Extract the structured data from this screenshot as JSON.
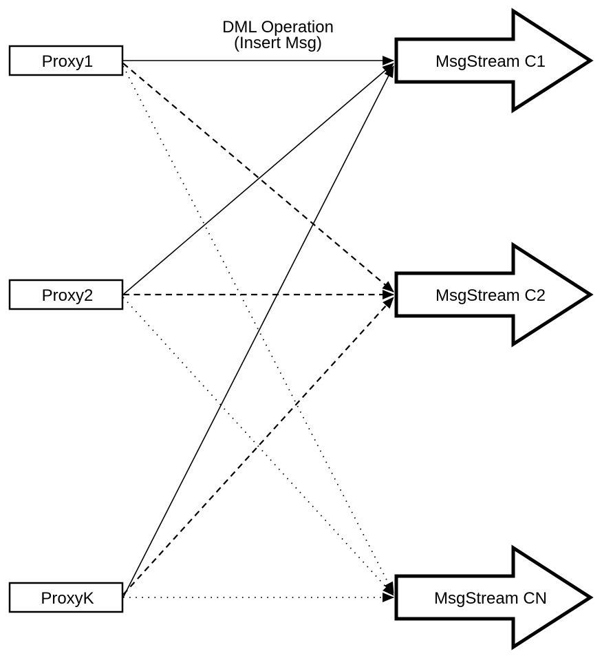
{
  "title": {
    "line1": "DML Operation",
    "line2": "(Insert Msg)"
  },
  "proxies": [
    {
      "id": "proxy1",
      "label": "Proxy1"
    },
    {
      "id": "proxy2",
      "label": "Proxy2"
    },
    {
      "id": "proxyk",
      "label": "ProxyK"
    }
  ],
  "streams": [
    {
      "id": "c1",
      "label": "MsgStream C1"
    },
    {
      "id": "c2",
      "label": "MsgStream C2"
    },
    {
      "id": "cn",
      "label": "MsgStream CN"
    }
  ],
  "connections": [
    {
      "from": "Proxy1",
      "to": "MsgStream C1",
      "line_style": "solid"
    },
    {
      "from": "Proxy2",
      "to": "MsgStream C1",
      "line_style": "solid"
    },
    {
      "from": "ProxyK",
      "to": "MsgStream C1",
      "line_style": "solid"
    },
    {
      "from": "Proxy1",
      "to": "MsgStream C2",
      "line_style": "dashed"
    },
    {
      "from": "Proxy2",
      "to": "MsgStream C2",
      "line_style": "dashed"
    },
    {
      "from": "ProxyK",
      "to": "MsgStream C2",
      "line_style": "dashed"
    },
    {
      "from": "Proxy1",
      "to": "MsgStream CN",
      "line_style": "dotted"
    },
    {
      "from": "Proxy2",
      "to": "MsgStream CN",
      "line_style": "dotted"
    },
    {
      "from": "ProxyK",
      "to": "MsgStream CN",
      "line_style": "dotted"
    }
  ],
  "colors": {
    "stroke": "#000000",
    "fill": "#ffffff",
    "background": "#ffffff"
  }
}
